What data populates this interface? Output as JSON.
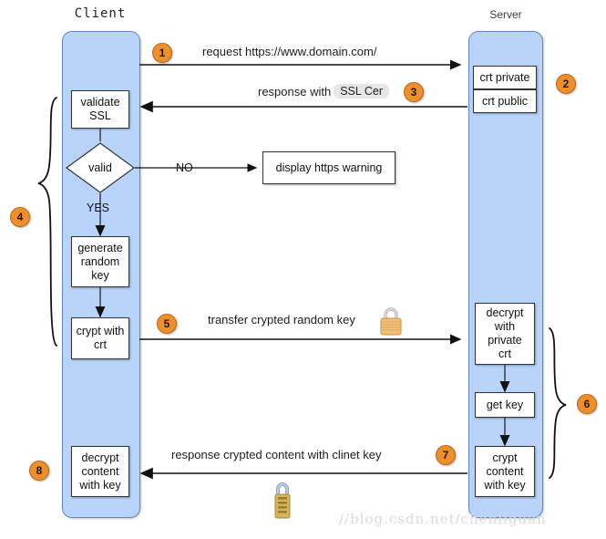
{
  "diagram": {
    "title_client": "Client",
    "title_server": "Server",
    "watermark": "//blog.csdn.net/chenliguan"
  },
  "badges": {
    "b1": "1",
    "b2": "2",
    "b3": "3",
    "b4": "4",
    "b5": "5",
    "b6": "6",
    "b7": "7",
    "b8": "8"
  },
  "messages": {
    "request": "request https://www.domain.com/",
    "response_with": "response with",
    "response_chip": "SSL Cer",
    "transfer": "transfer crypted random key",
    "response_crypted": "response crypted content with clinet key",
    "no_label": "NO",
    "yes_label": "YES"
  },
  "client_nodes": {
    "validate_ssl": "validate\nSSL",
    "valid_decision": "valid",
    "generate_random_key": "generate\nrandom\nkey",
    "crypt_with_crt": "crypt with\ncrt",
    "decrypt_content_with_key": "decrypt\ncontent\nwith key"
  },
  "server_nodes": {
    "crt_private": "crt private",
    "crt_public": "crt public",
    "decrypt_with_private_crt": "decrypt\nwith\nprivate\ncrt",
    "get_key": "get key",
    "crypt_content_with_key": "crypt\ncontent\nwith key"
  },
  "external_nodes": {
    "display_https_warning": "display https warning"
  },
  "icons": {
    "padlock_closed": "padlock-icon",
    "padlock_combination": "combination-padlock-icon"
  },
  "colors": {
    "lane_fill": "#b9d4fb",
    "lane_border": "#5f87c4",
    "badge_fill": "#ef8f2a",
    "badge_border": "#b4651a",
    "box_border": "#333333",
    "chip_bg": "#e6e6e6",
    "watermark": "#d9d9d9"
  }
}
